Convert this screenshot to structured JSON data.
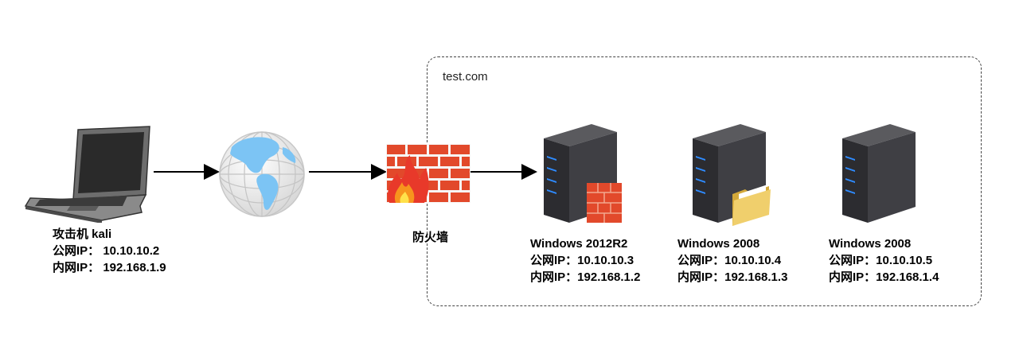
{
  "domain": {
    "name": "test.com"
  },
  "attacker": {
    "title": "攻击机 kali",
    "public_ip": "公网IP：  10.10.10.2",
    "private_ip": "内网IP：  192.168.1.9"
  },
  "firewall": {
    "title": "防火墙"
  },
  "servers": [
    {
      "title": "Windows 2012R2",
      "public_ip": "公网IP：10.10.10.3",
      "private_ip": "内网IP：192.168.1.2",
      "badge": "firewall-icon"
    },
    {
      "title": "Windows 2008",
      "public_ip": "公网IP：10.10.10.4",
      "private_ip": "内网IP：192.168.1.3",
      "badge": "folder-icon"
    },
    {
      "title": "Windows 2008",
      "public_ip": "公网IP：10.10.10.5",
      "private_ip": "内网IP：192.168.1.4",
      "badge": ""
    }
  ],
  "colors": {
    "server_body": "#2f2f33",
    "server_led": "#2e8bff",
    "brick": "#e2492b",
    "globe_land": "#7cc4f4",
    "folder": "#e6c25a"
  }
}
